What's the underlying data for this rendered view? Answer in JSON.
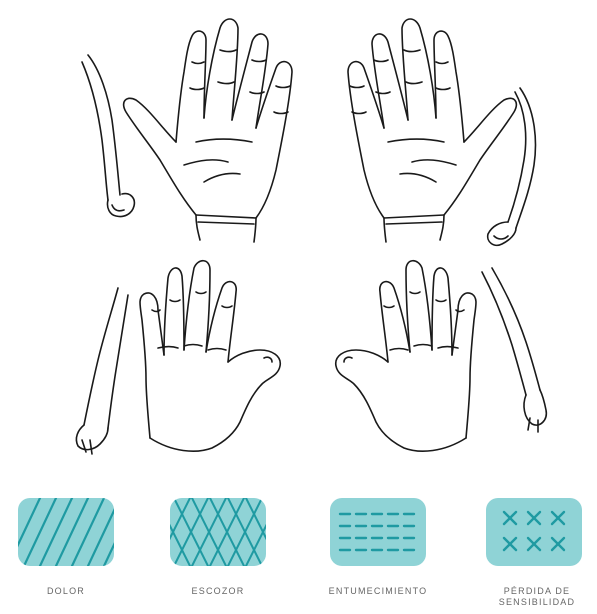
{
  "colors": {
    "swatch_fill": "#8fd3d6",
    "pattern_stroke": "#1f9aa2",
    "line_art": "#1a1a1a",
    "label_text": "#666666"
  },
  "legend": {
    "items": [
      {
        "label": "DOLOR",
        "pattern": "diagonal-lines"
      },
      {
        "label": "ESCOZOR",
        "pattern": "crosshatch"
      },
      {
        "label": "ENTUMECIMIENTO",
        "pattern": "dashes"
      },
      {
        "label": "PÉRDIDA DE",
        "label_line2": "SENSIBILIDAD",
        "pattern": "x-marks"
      }
    ]
  }
}
